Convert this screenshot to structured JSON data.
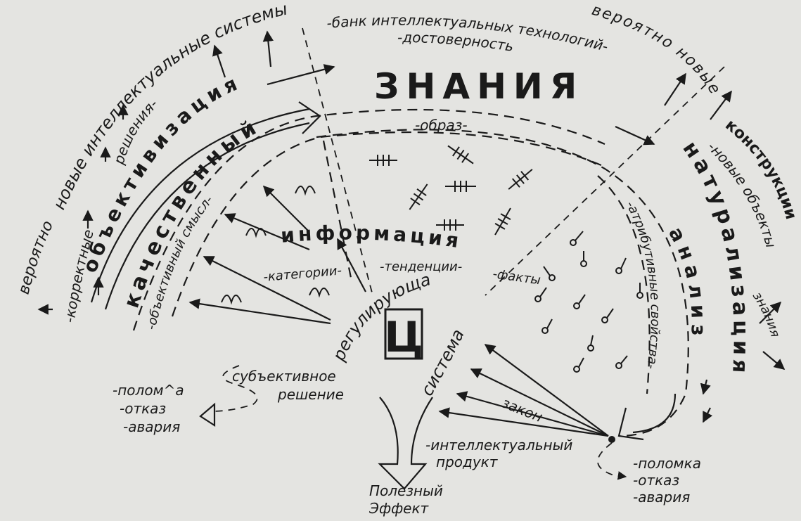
{
  "labels": {
    "knowledge": "ЗНАНИЯ",
    "information": "информация",
    "regulating": "регулирующая",
    "system": "система",
    "law": "закон",
    "intellectual_product_1": "-интеллектуальный",
    "intellectual_product_2": "продукт",
    "useful_effect_1": "Полезный",
    "useful_effect_2": "Эффект",
    "subjective_1": "субъективное",
    "subjective_2": "решение",
    "failures_left": [
      "-полом^а",
      "-отказ",
      "-авария"
    ],
    "failures_right": [
      "-поломка",
      "-отказ",
      "-авария"
    ],
    "intellectual_systems": "новые интеллектуальные системы",
    "bank": "-банк интеллектуальных технологий-",
    "reliability": "-достоверность",
    "probably_new_right": "вероятно новые",
    "constructions": "конструкции",
    "new_objects": "-новые объекты",
    "knowledge_small": "знания",
    "naturalization": "натурализация",
    "analysis": "анализ",
    "attributive": "-атрибутивные свойства-",
    "image": "-образ-",
    "objectivization": "объективизация",
    "decisions": "решения-",
    "qualitative": "качественный",
    "objective_meaning": "-объективный смысл-",
    "probably_new_left": "вероятно",
    "correct": "-корректные",
    "categories": "-категории-",
    "tendencies": "-тенденции-",
    "facts": "-факты",
    "center_symbol": "Ц"
  }
}
